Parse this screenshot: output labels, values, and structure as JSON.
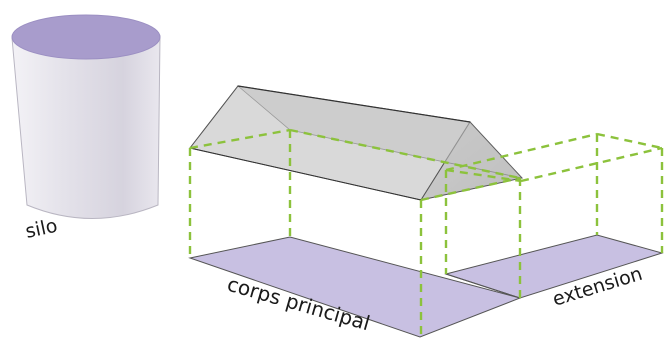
{
  "labels": {
    "silo": "silo",
    "main_body": "corps principal",
    "extension": "extension"
  },
  "colors": {
    "floor_fill": "#c8c0e2",
    "silo_top": "#a89ccc",
    "roof_light": "#d8d8d8",
    "roof_dark": "#c2c2c2",
    "dashed_frame": "#8cc23c",
    "edge_stroke": "#333333"
  }
}
